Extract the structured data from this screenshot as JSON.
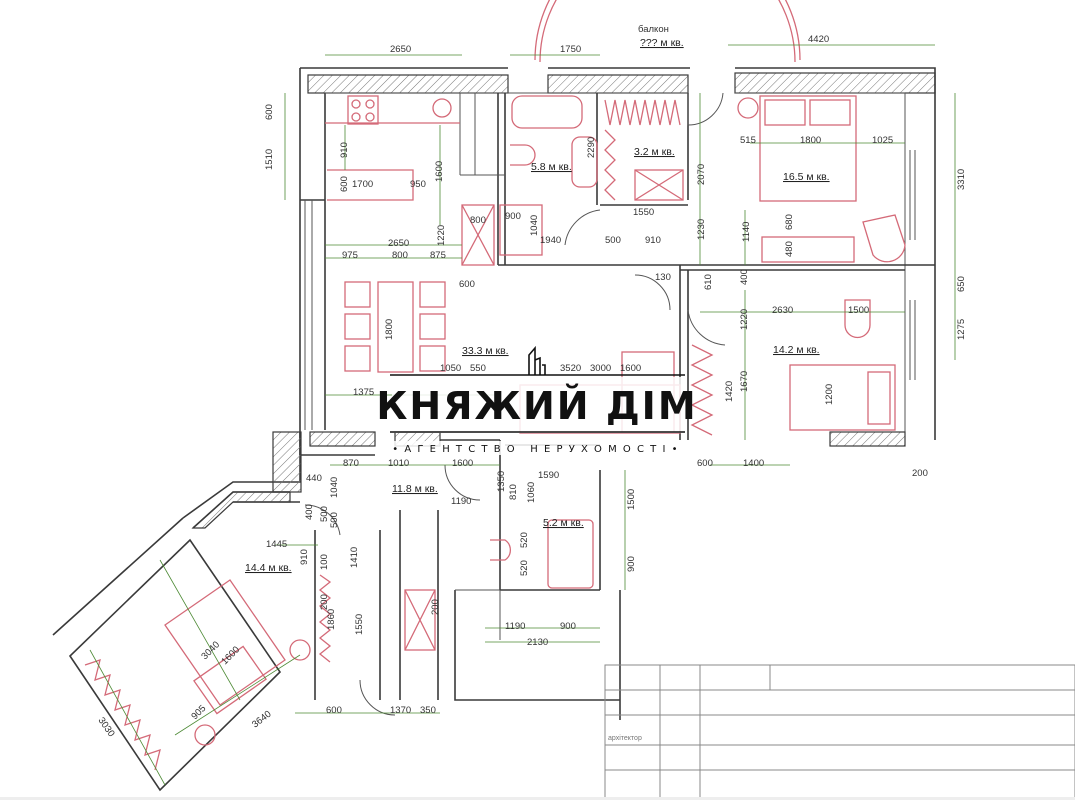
{
  "balcony": {
    "label": "балкон",
    "area": "??? м кв."
  },
  "rooms": {
    "kitchen_living": "33.3 м кв.",
    "bathroom": "5.8 м кв.",
    "wardrobe": "3.2 м кв.",
    "bedroom_top_right": "16.5 м кв.",
    "bedroom_right": "14.2 м кв.",
    "hall": "11.8 м кв.",
    "bathroom_small": "5.2 м кв.",
    "bedroom_angled": "14.4 м кв."
  },
  "dimensions": [
    "2650",
    "1750",
    "4420",
    "600",
    "1510",
    "910",
    "1600",
    "600",
    "1700",
    "950",
    "2650",
    "975",
    "800",
    "875",
    "1220",
    "800",
    "900",
    "1040",
    "1940",
    "500",
    "910",
    "1230",
    "2290",
    "2070",
    "1550",
    "515",
    "1800",
    "1025",
    "1140",
    "680",
    "480",
    "3310",
    "610",
    "400",
    "2630",
    "1500",
    "650",
    "1275",
    "1220",
    "1670",
    "1420",
    "1200",
    "600",
    "1400",
    "200",
    "130",
    "600",
    "1800",
    "1375",
    "1050",
    "550",
    "3520",
    "3000",
    "1600",
    "870",
    "1010",
    "1600",
    "1590",
    "440",
    "1040",
    "1350",
    "810",
    "1060",
    "1190",
    "1500",
    "500",
    "400",
    "500",
    "1445",
    "910",
    "100",
    "1410",
    "520",
    "520",
    "900",
    "200",
    "1860",
    "1550",
    "200",
    "1190",
    "900",
    "2130",
    "600",
    "1370",
    "350",
    "3040",
    "1600",
    "905",
    "3640",
    "3030"
  ],
  "logo": {
    "title": "КНЯЖИЙ ДІМ",
    "subtitle": "•АГЕНТСТВО НЕРУХОМОСТІ•"
  },
  "title_block": {
    "label": "архітектор"
  }
}
